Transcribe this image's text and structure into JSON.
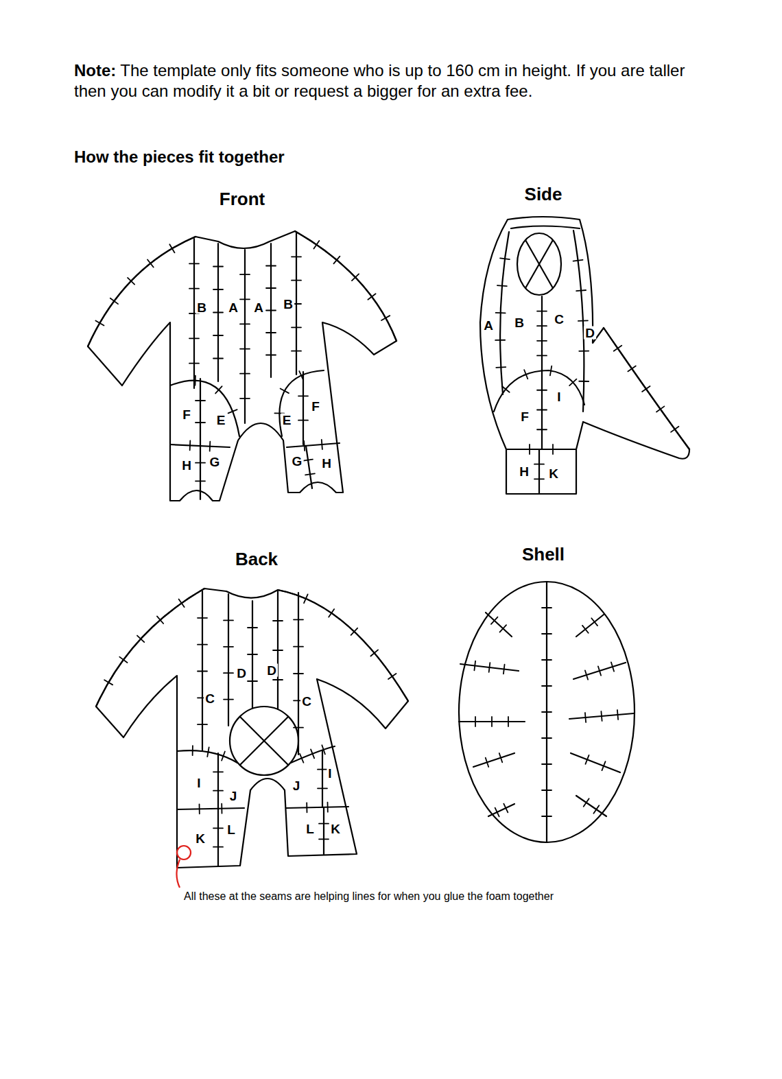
{
  "diagram": {
    "title": "How the pieces fit together",
    "labels": [
      "Note:",
      "The template only fits someone who is up to 160 cm in height. If you are taller then you can modify it a bit or request a bigger for an extra fee.",
      "Front",
      "Side",
      "B",
      "A",
      "A",
      "B",
      "F",
      "E",
      "E",
      "F",
      "H",
      "G",
      "G",
      "H",
      "A",
      "B",
      "C",
      "D",
      "F",
      "I",
      "H",
      "K",
      "Back",
      "Shell",
      "D",
      "D",
      "C",
      "C",
      "I",
      "J",
      "J",
      "I",
      "K",
      "L",
      "L",
      "K",
      "All these at the seams are helping lines for when you glue the foam together"
    ]
  }
}
